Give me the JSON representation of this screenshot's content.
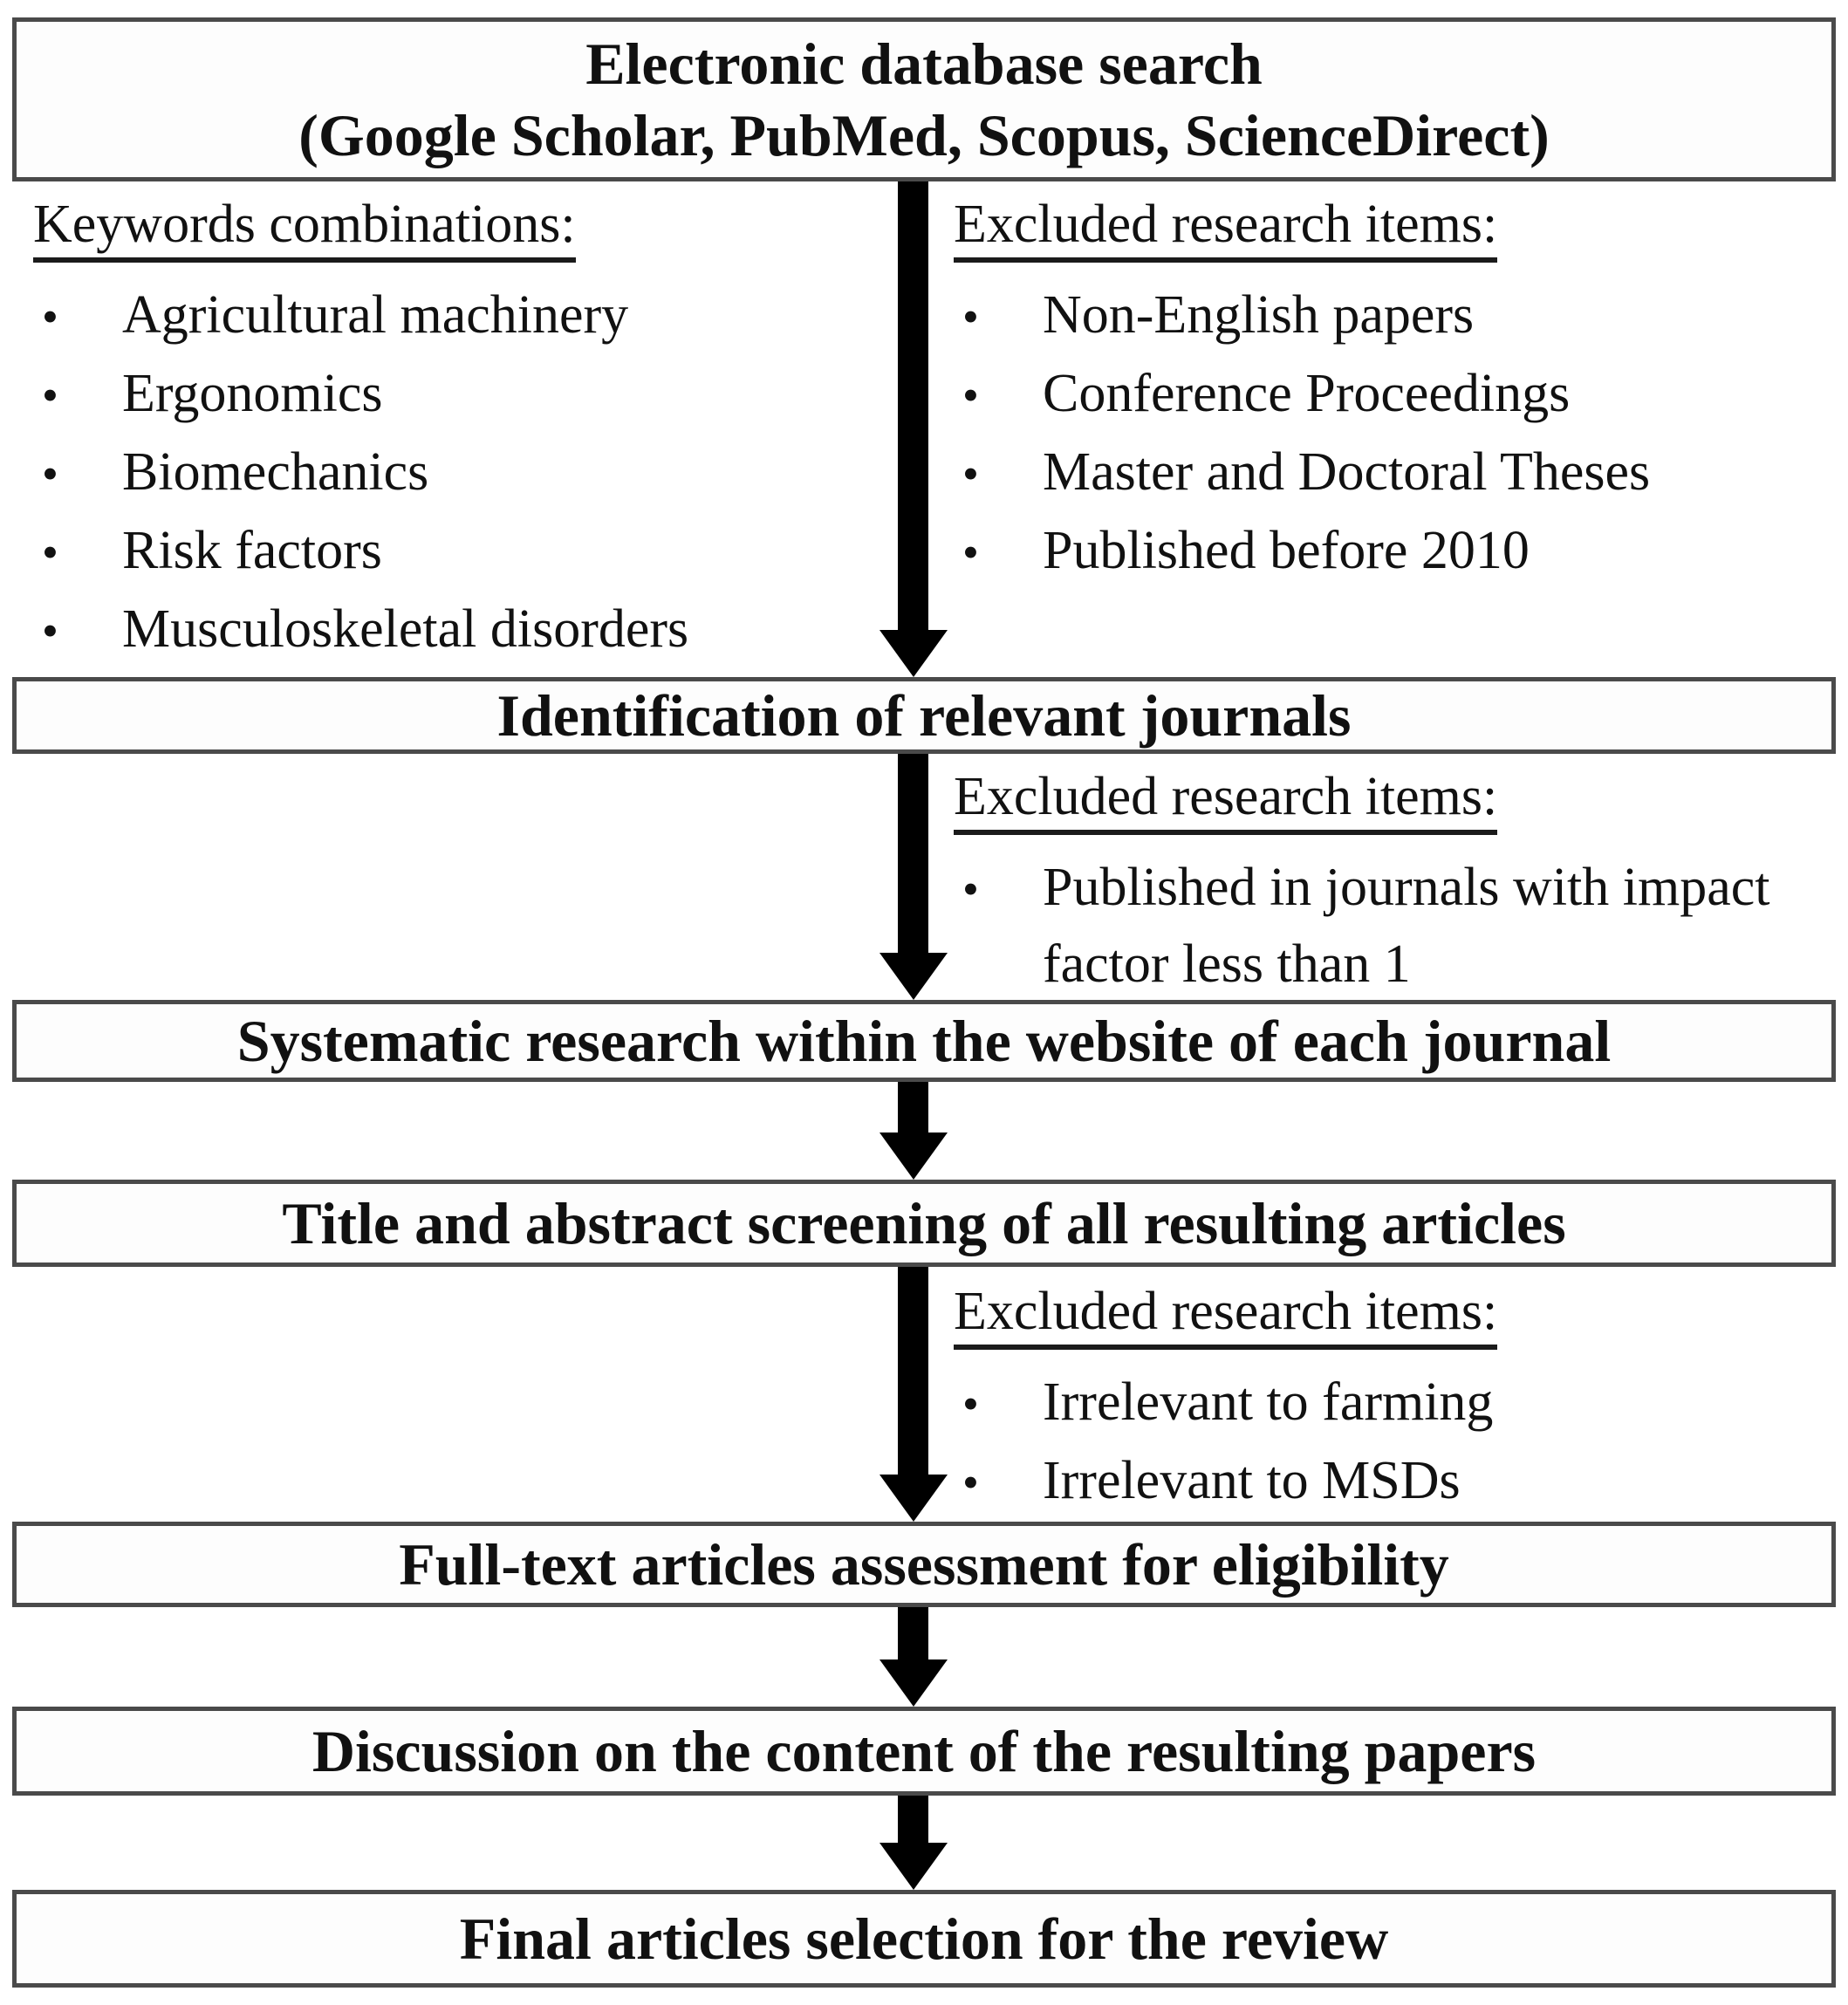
{
  "diagram": {
    "title_box": {
      "line1": "Electronic database search",
      "line2": "(Google Scholar, PubMed, Scopus, ScienceDirect)"
    },
    "stages": {
      "identification": "Identification of relevant journals",
      "systematic_search": "Systematic research within the website of each journal",
      "screening": "Title and abstract screening of all resulting articles",
      "full_text": "Full-text articles assessment for eligibility",
      "discussion": "Discussion on the content of the resulting papers",
      "final_selection": "Final articles selection for the review"
    },
    "keywords": {
      "title": "Keywords combinations:",
      "items": [
        "Agricultural machinery",
        "Ergonomics",
        "Biomechanics",
        "Risk factors",
        "Musculoskeletal disorders"
      ]
    },
    "excluded_initial": {
      "title": "Excluded research items:",
      "items": [
        "Non-English papers",
        "Conference Proceedings",
        "Master and Doctoral Theses",
        "Published before 2010"
      ]
    },
    "excluded_journals": {
      "title": "Excluded research items:",
      "items": [
        "Published in journals with impact factor less than 1"
      ]
    },
    "excluded_screening": {
      "title": "Excluded research items:",
      "items": [
        "Irrelevant to farming",
        "Irrelevant to MSDs"
      ]
    },
    "bullet": "•",
    "colors": {
      "background": "#ffffff",
      "text": "#111111",
      "box_border": "#4a4a4a",
      "arrow": "#000000",
      "underline": "#1b1b1b"
    }
  }
}
